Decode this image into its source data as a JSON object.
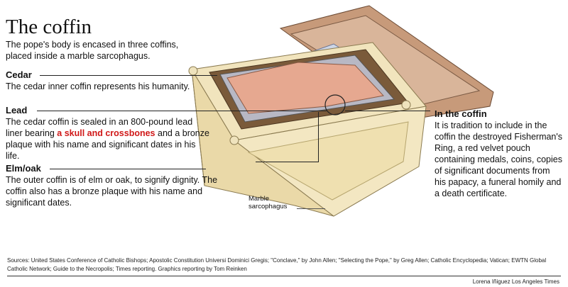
{
  "title": "The coffin",
  "subtitle": "The pope's body is encased in three coffins, placed inside a marble sarcophagus.",
  "sections": {
    "cedar": {
      "heading": "Cedar",
      "text": "The cedar inner coffin represents his humanity."
    },
    "lead": {
      "heading": "Lead",
      "text_before": "The cedar coffin is sealed in an 800-pound lead liner bearing ",
      "highlight": "a skull and crossbones",
      "text_after": " and a bronze plaque with his name and significant dates in his life."
    },
    "elm": {
      "heading": "Elm/oak",
      "text": "The outer coffin is of elm or oak, to signify dignity. The coffin also has a bronze plaque with his name and significant dates."
    },
    "in_coffin": {
      "heading": "In the coffin",
      "text": "It is tradition to include in the coffin the destroyed Fisherman's Ring, a red velvet pouch containing medals, coins, copies of significant documents from his papacy, a funeral homily and a death certificate."
    }
  },
  "labels": {
    "marble": "Marble sarcophagus"
  },
  "sources": "Sources: United States Conference of Catholic Bishops; Apostolic Constitution Universi Dominici Gregis; \"Conclave,\" by John Allen; \"Selecting the Pope,\" by Greg Allen; Catholic Encyclopedia; Vatican; EWTN Global Catholic Network; Guide to the Necropolis; Times reporting. Graphics reporting by Tom Reinken",
  "credit": "Lorena Iñiguez Los Angeles Times",
  "colors": {
    "highlight": "#d01818",
    "marble": "#efe3bd",
    "cedar": "#e6a890",
    "lid": "#c9c7d9"
  }
}
